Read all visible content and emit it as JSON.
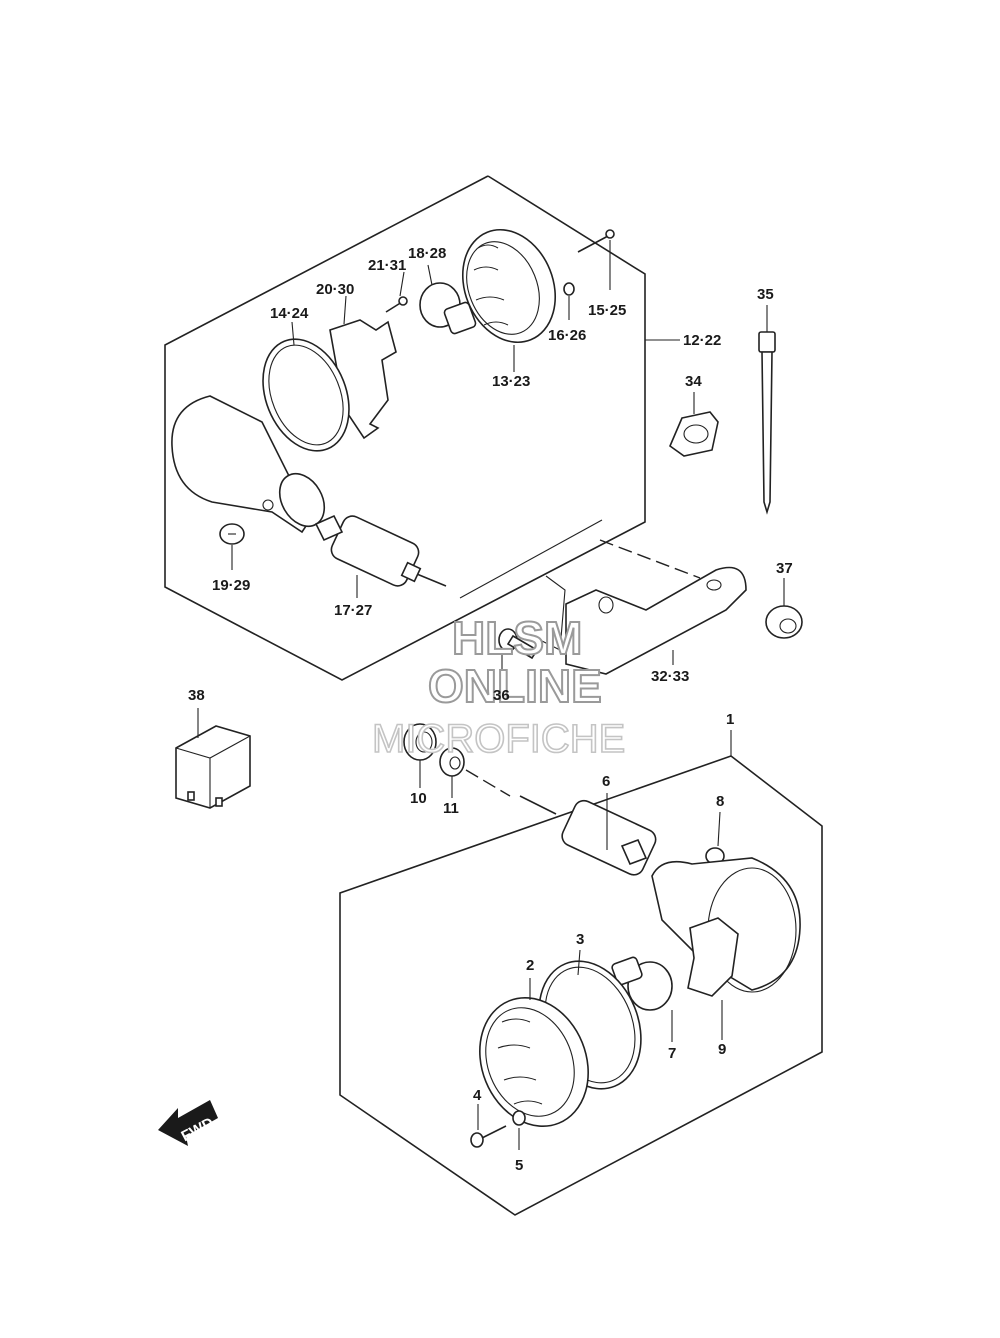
{
  "labels": {
    "l1": "1",
    "l2": "2",
    "l3": "3",
    "l4": "4",
    "l5": "5",
    "l6": "6",
    "l7": "7",
    "l8": "8",
    "l9": "9",
    "l10": "10",
    "l11": "11",
    "l12_22": "12·22",
    "l13_23": "13·23",
    "l14_24": "14·24",
    "l15_25": "15·25",
    "l16_26": "16·26",
    "l17_27": "17·27",
    "l18_28": "18·28",
    "l19_29": "19·29",
    "l20_30": "20·30",
    "l21_31": "21·31",
    "l32_33": "32·33",
    "l34": "34",
    "l35": "35",
    "l36": "36",
    "l37": "37",
    "l38": "38"
  },
  "watermark": {
    "line1": "HLSM",
    "line2": "ONLINE",
    "line3": "MICROFICHE"
  },
  "direction_arrow": {
    "text": "FWD",
    "icon": "forward-arrow-icon"
  }
}
